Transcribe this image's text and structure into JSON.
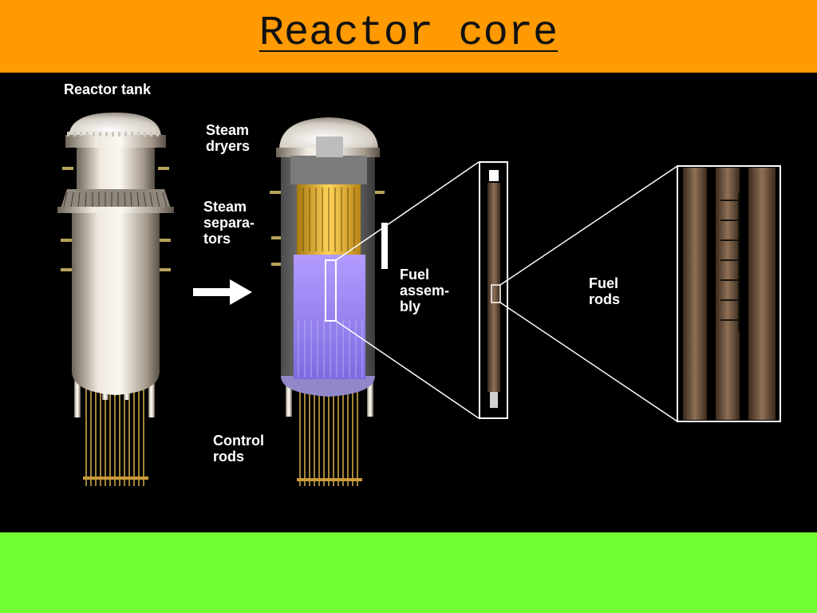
{
  "slide": {
    "title": "Reactor core"
  },
  "diagram": {
    "labels": {
      "reactor_tank": "Reactor tank",
      "steam_dryers": "Steam\ndryers",
      "steam_separators": "Steam\nsepara-\ntors",
      "control_rods": "Control\nrods",
      "fuel_assembly": "Fuel\nassem-\nbly",
      "fuel_rods": "Fuel\nrods"
    }
  },
  "colors": {
    "title_bar": "#ff9a02",
    "figure_background": "#000000",
    "bottom_band": "#71ff33",
    "label_text": "#ffffff"
  }
}
